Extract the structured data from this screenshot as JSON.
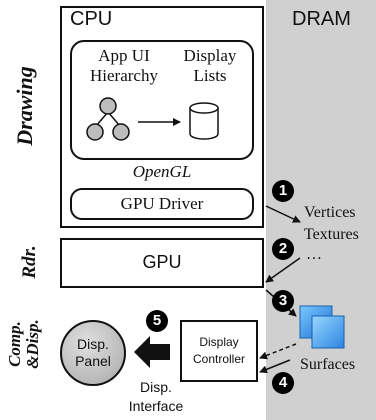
{
  "dram_label": "DRAM",
  "cpu_label": "CPU",
  "row_labels": {
    "drawing": "Drawing",
    "rdr": "Rdr.",
    "comp_line1": "Comp.",
    "comp_line2": "&Disp."
  },
  "app_ui_line1": "App UI",
  "app_ui_line2": "Hierarchy",
  "display_lists_line1": "Display",
  "display_lists_line2": "Lists",
  "opengl_label": "OpenGL",
  "gpu_driver_label": "GPU Driver",
  "gpu_label": "GPU",
  "vertices_label": "Vertices",
  "textures_label": "Textures",
  "ellipsis_label": "…",
  "surfaces_label": "Surfaces",
  "display_controller_line1": "Display",
  "display_controller_line2": "Controller",
  "disp_panel_line1": "Disp.",
  "disp_panel_line2": "Panel",
  "disp_interface_line1": "Disp.",
  "disp_interface_line2": "Interface",
  "steps": [
    "1",
    "2",
    "3",
    "4",
    "5"
  ]
}
